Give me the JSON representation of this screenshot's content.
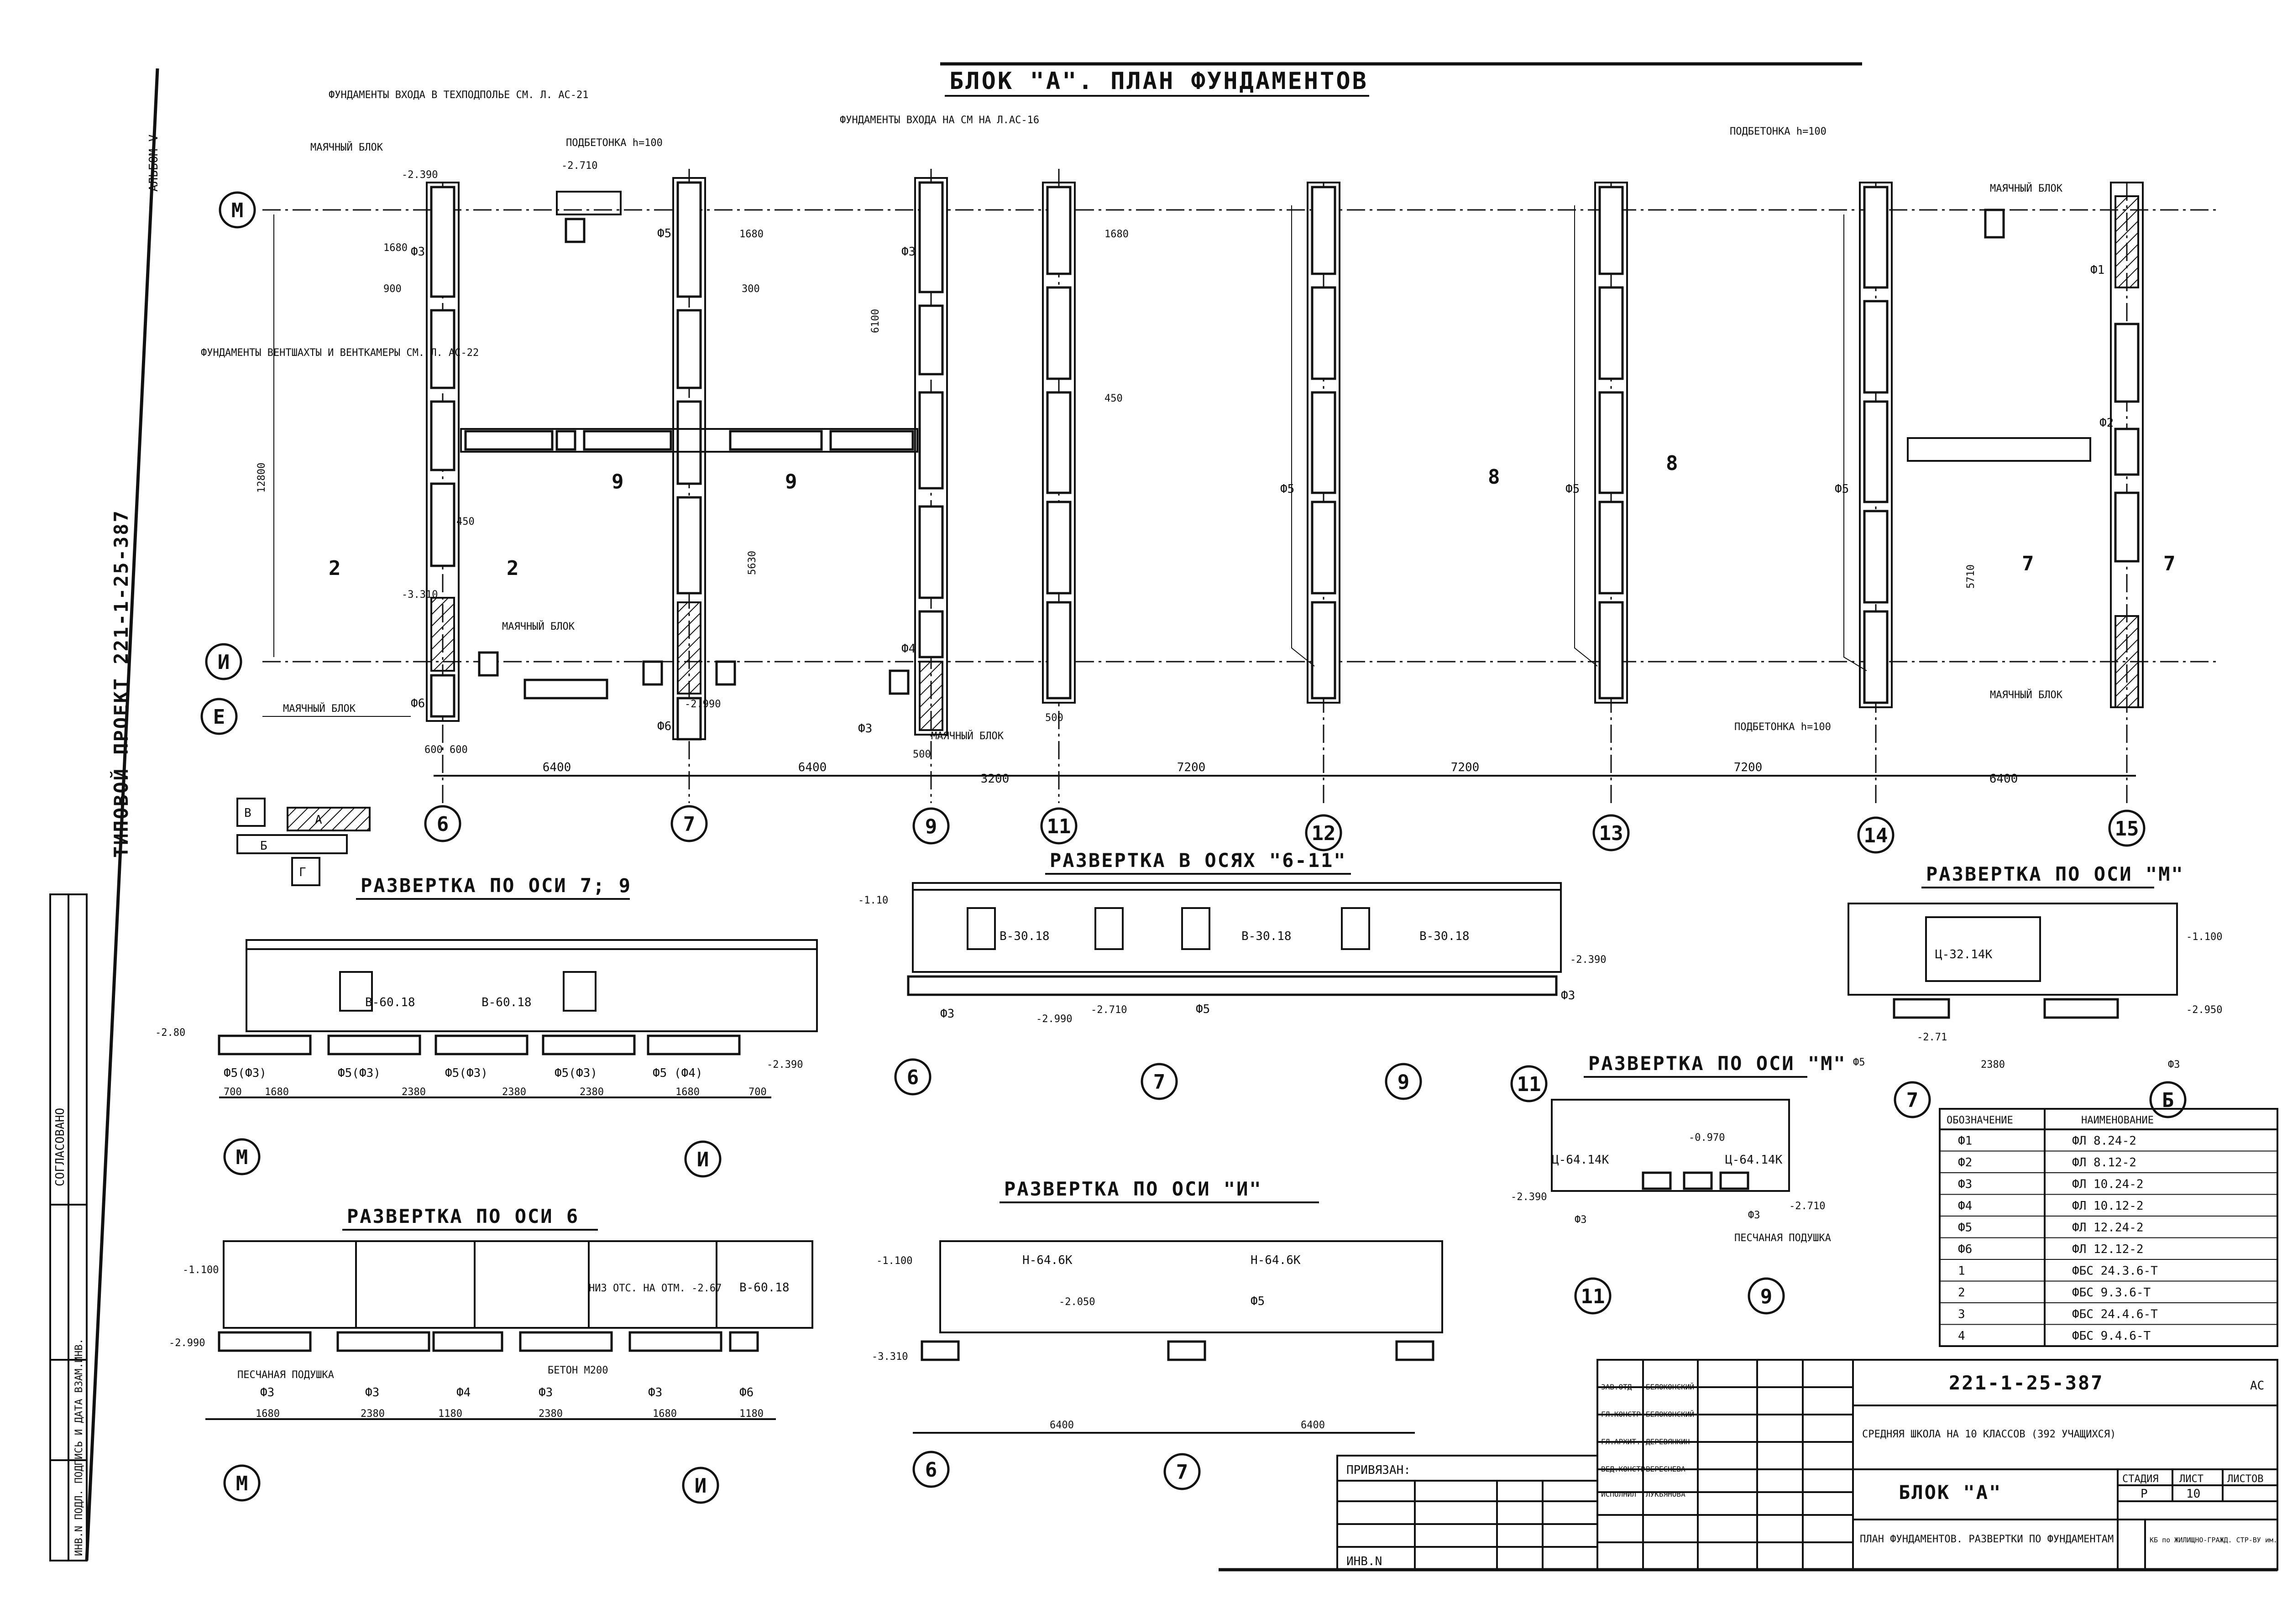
{
  "side": {
    "project": "ТИПОВОЙ ПРОЕКТ 221-1-25-387",
    "album": "АЛЬБОМ V",
    "agreed": "СОГЛАСОВАНО",
    "inv": "ИНВ.N ПОДЛ.  ПОДПИСЬ И ДАТА  ВЗАМ.ИНВ."
  },
  "plan": {
    "title": "БЛОК \"А\". ПЛАН ФУНДАМЕНТОВ",
    "axes_h": [
      {
        "id": "M",
        "label": "М"
      },
      {
        "id": "I",
        "label": "И"
      },
      {
        "id": "E",
        "label": "Е"
      }
    ],
    "axes_v": [
      {
        "id": "6",
        "label": "6"
      },
      {
        "id": "7",
        "label": "7"
      },
      {
        "id": "9",
        "label": "9"
      },
      {
        "id": "11",
        "label": "11"
      },
      {
        "id": "12",
        "label": "12"
      },
      {
        "id": "13",
        "label": "13"
      },
      {
        "id": "14",
        "label": "14"
      },
      {
        "id": "15",
        "label": "15"
      }
    ],
    "spans": [
      "6400",
      "6400",
      "3200",
      "7200",
      "7200",
      "7200",
      "6400"
    ],
    "notes": [
      "ФУНДАМЕНТЫ ВХОДА В ТЕХПОДПОЛЬЕ СМ. Л. АС-21",
      "МАЯЧНЫЙ БЛОК",
      "ПОДБЕТОНКА h=100",
      "ФУНДАМЕНТЫ ВХОДА НА СМ НА Л.АС-16",
      "ФУНДАМЕНТЫ ВЕНТШАХТЫ И ВЕНТКАМЕРЫ СМ. Л. АС-22",
      "МАЯЧНЫЙ БЛОК",
      "МАЯЧНЫЙ БЛОК",
      "МАЯЧНЫЙ БЛОК",
      "ПОДБЕТОНКА h=100",
      "МАЯЧНЫЙ БЛОК",
      "ПОДБЕТОНКА h=100",
      "МАЯЧНЫЙ БЛОК"
    ],
    "marks": [
      "Ф3",
      "Ф6",
      "Ф5",
      "Ф3",
      "Ф5",
      "Ф5",
      "Ф5",
      "Ф1",
      "Ф2",
      "Ф4",
      "Ф6",
      "Ф3"
    ],
    "levels": [
      "-2.390",
      "-2.710",
      "-3.310",
      "-2.990"
    ],
    "dims": [
      "1680",
      "900",
      "450",
      "1680",
      "300",
      "1680",
      "450",
      "5630",
      "6100",
      "12800",
      "5710",
      "600",
      "600",
      "500",
      "500"
    ],
    "section_marks": [
      "2",
      "2",
      "9",
      "9",
      "8",
      "8",
      "7",
      "7"
    ],
    "legend_abbr": [
      "В",
      "А",
      "Б",
      "Г"
    ]
  },
  "developments": [
    {
      "id": "dev79",
      "title": "РАЗВЕРТКА ПО ОСИ 7; 9",
      "blocks": [
        "В-60.18",
        "В-60.18"
      ],
      "marks": [
        "Ф5(Ф3)",
        "Ф5(Ф3)",
        "Ф5(Ф3)",
        "Ф5(Ф3)",
        "Ф5 (Ф4)"
      ],
      "dims": [
        "700",
        "1680",
        "2380",
        "2380",
        "2380",
        "1680",
        "700"
      ],
      "levels": [
        "-2.80",
        "-2.390"
      ],
      "axes": [
        "М",
        "И"
      ]
    },
    {
      "id": "dev611",
      "title": "РАЗВЕРТКА В ОСЯХ \"6-11\"",
      "blocks": [
        "В-30.18",
        "В-30.18",
        "В-30.18"
      ],
      "marks": [
        "Ф3",
        "Ф5",
        "Ф3"
      ],
      "levels": [
        "-1.10",
        "-2.390",
        "-2.990",
        "-2.710"
      ],
      "axes": [
        "6",
        "7",
        "9",
        "11"
      ]
    },
    {
      "id": "devM1",
      "title": "РАЗВЕРТКА ПО ОСИ \"М\"",
      "blocks": [
        "Ц-32.14К"
      ],
      "marks": [
        "Ф5",
        "Ф3"
      ],
      "levels": [
        "-1.100",
        "-2.950",
        "-2.71"
      ],
      "dims": [
        "2380"
      ],
      "axes": [
        "7",
        "Б"
      ]
    },
    {
      "id": "devM2",
      "title": "РАЗВЕРТКА ПО ОСИ \"М\"",
      "blocks": [
        "Ц-64.14К",
        "Ц-64.14К"
      ],
      "marks": [
        "Ф3",
        "Ф3"
      ],
      "levels": [
        "-0.970",
        "-2.390",
        "-2.710"
      ],
      "note": "ПЕСЧАНАЯ ПОДУШКА",
      "axes": [
        "11",
        "9"
      ]
    },
    {
      "id": "dev6",
      "title": "РАЗВЕРТКА ПО ОСИ 6",
      "blocks": [
        "В-60.18"
      ],
      "marks": [
        "Ф3",
        "Ф3",
        "Ф4",
        "Ф3",
        "Ф3",
        "Ф6"
      ],
      "notes": [
        "НИЗ ОТС. НА ОТМ. -2.67",
        "ПЕСЧАНАЯ ПОДУШКА",
        "БЕТОН М200"
      ],
      "dims": [
        "1680",
        "2380",
        "1180",
        "2380",
        "1680",
        "1180"
      ],
      "levels": [
        "-1.100",
        "-2.990"
      ],
      "axes": [
        "М",
        "И"
      ]
    },
    {
      "id": "devI",
      "title": "РАЗВЕРТКА ПО ОСИ \"И\"",
      "blocks": [
        "Н-64.6К",
        "Н-64.6К"
      ],
      "marks": [
        "Ф5"
      ],
      "dims": [
        "6400",
        "6400"
      ],
      "levels": [
        "-1.100",
        "-2.050",
        "-3.310"
      ],
      "axes": [
        "6",
        "7"
      ]
    }
  ],
  "spec": {
    "headers": [
      "ОБОЗНАЧЕНИЕ",
      "НАИМЕНОВАНИЕ"
    ],
    "rows": [
      [
        "Ф1",
        "ФЛ 8.24-2"
      ],
      [
        "Ф2",
        "ФЛ 8.12-2"
      ],
      [
        "Ф3",
        "ФЛ 10.24-2"
      ],
      [
        "Ф4",
        "ФЛ 10.12-2"
      ],
      [
        "Ф5",
        "ФЛ 12.24-2"
      ],
      [
        "Ф6",
        "ФЛ 12.12-2"
      ],
      [
        "1",
        "ФБС 24.3.6-Т"
      ],
      [
        "2",
        "ФБС 9.3.6-Т"
      ],
      [
        "3",
        "ФБС 24.4.6-Т"
      ],
      [
        "4",
        "ФБС 9.4.6-Т"
      ]
    ]
  },
  "stamp": {
    "code": "221-1-25-387",
    "sheet_code": "АС",
    "object": "СРЕДНЯЯ ШКОЛА НА 10 КЛАССОВ (392 УЧАЩИХСЯ)",
    "block": "БЛОК \"А\"",
    "sheet_title": "ПЛАН ФУНДАМЕНТОВ. РАЗВЕРТКИ ПО ФУНДАМЕНТАМ",
    "stage_header": "СТАДИЯ",
    "sheet_header": "ЛИСТ",
    "sheets_header": "ЛИСТОВ",
    "stage": "Р",
    "sheet": "10",
    "org": "КБ по ЖИЛИЩНО-ГРАЖД. СТР-ВУ им. В.А.ЗАЧЕВСКОГО г. МОСКВА",
    "tied": "ПРИВЯЗАН:",
    "inv": "ИНВ.N",
    "people": [
      [
        "ЗАВ.ОТД",
        "БЕЛОКОНСКИЙ"
      ],
      [
        "ГЛ.КОНСТР",
        "БЕЛОКОНСКИЙ"
      ],
      [
        "ГЛ.АРХИТ.",
        "ДЕРЕВЯНКИН"
      ],
      [
        "ВЕД.КОНСТР",
        "ВЕРЕСНЕВА"
      ],
      [
        "ИСПОЛНИЛ",
        "ЛУКЬЯНОВА"
      ]
    ]
  }
}
